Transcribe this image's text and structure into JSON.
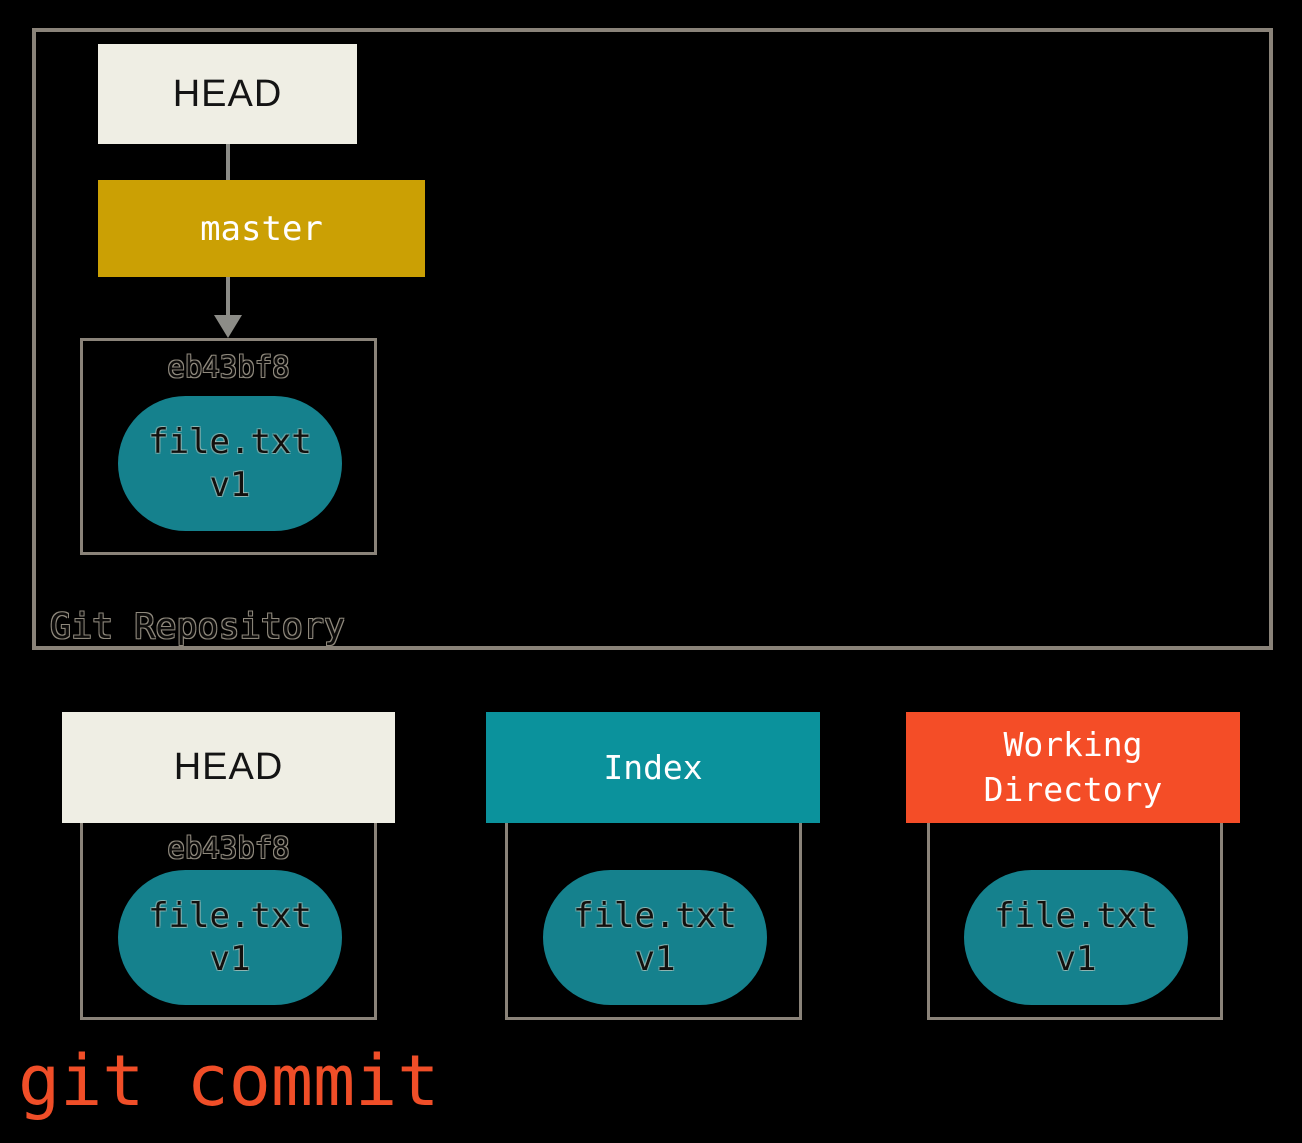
{
  "diagram": {
    "repository": {
      "title": "Git Repository",
      "head_label": "HEAD",
      "branch_label": "master",
      "commit": {
        "hash": "eb43bf8",
        "file_name": "file.txt",
        "file_version": "v1"
      }
    },
    "columns": [
      {
        "key": "head",
        "title": "HEAD",
        "hash": "eb43bf8",
        "file_name": "file.txt",
        "file_version": "v1"
      },
      {
        "key": "index",
        "title": "Index",
        "file_name": "file.txt",
        "file_version": "v1"
      },
      {
        "key": "working-directory",
        "title": "Working Directory",
        "file_name": "file.txt",
        "file_version": "v1"
      }
    ],
    "command": "git commit",
    "colors": {
      "background": "#000000",
      "container_border": "#8a8379",
      "head_box_fill": "#efeee4",
      "branch_box_fill": "#cba004",
      "index_box_fill": "#0b929c",
      "working_directory_box_fill": "#f44d27",
      "blob_fill": "#15818d",
      "connector_gray": "#8c8c87",
      "command_text": "#f04e28"
    }
  }
}
